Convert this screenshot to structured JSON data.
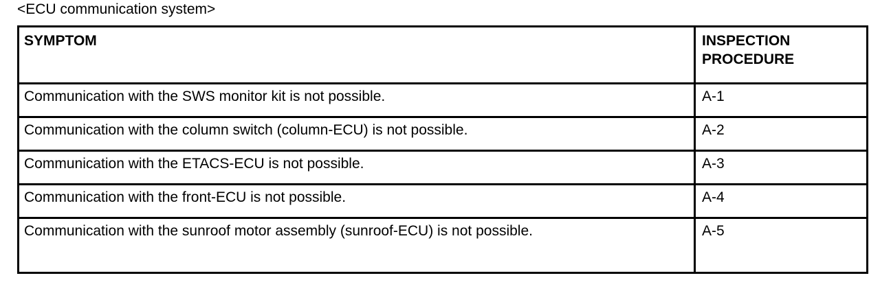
{
  "document": {
    "section_title": "<ECU communication system>"
  },
  "table": {
    "columns": [
      {
        "key": "symptom",
        "header": "SYMPTOM"
      },
      {
        "key": "procedure",
        "header": "INSPECTION PROCEDURE",
        "header_line1": "INSPECTION",
        "header_line2": "PROCEDURE"
      }
    ],
    "rows": [
      {
        "symptom": "Communication with the SWS monitor kit is not possible.",
        "procedure": "A-1"
      },
      {
        "symptom": "Communication with the column switch (column-ECU) is not possible.",
        "procedure": "A-2"
      },
      {
        "symptom": "Communication with the ETACS-ECU is not possible.",
        "procedure": "A-3"
      },
      {
        "symptom": "Communication with the front-ECU is not possible.",
        "procedure": "A-4"
      },
      {
        "symptom": "Communication with the sunroof motor assembly (sunroof-ECU) is not possible.",
        "procedure": "A-5"
      }
    ]
  },
  "colors": {
    "text": "#000000",
    "background": "#ffffff",
    "border": "#000000"
  }
}
